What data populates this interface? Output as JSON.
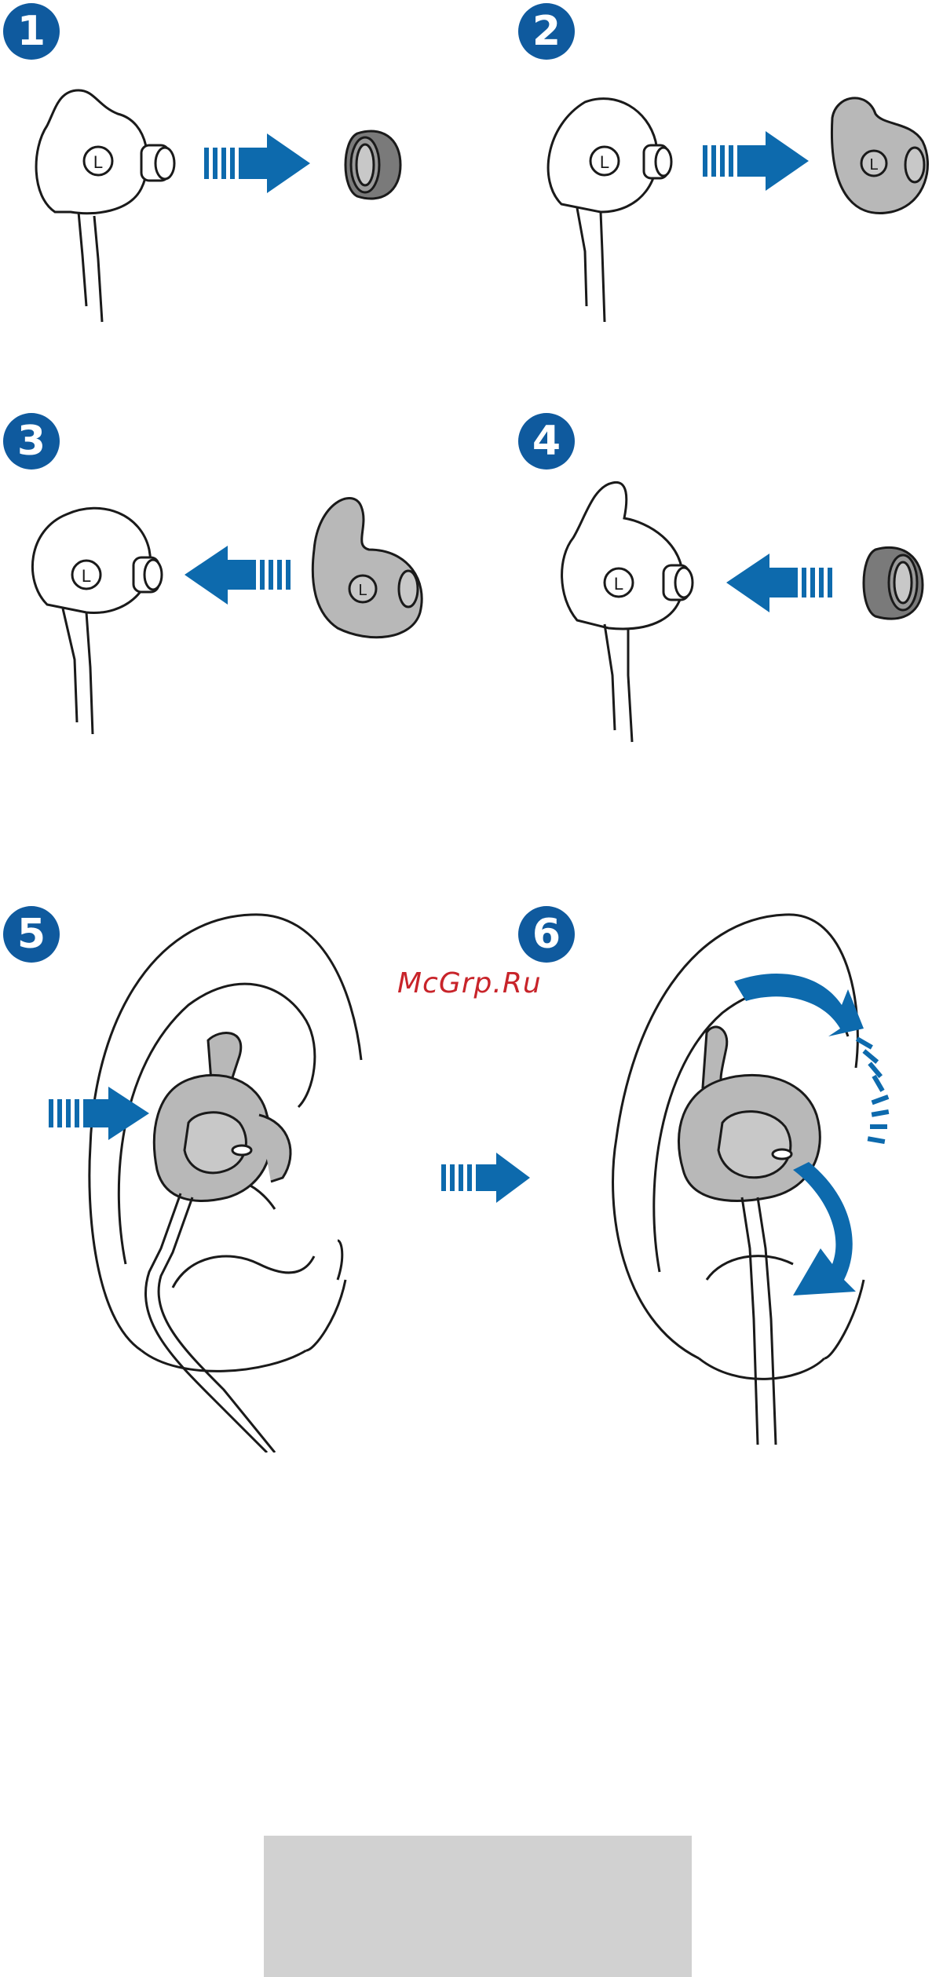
{
  "steps": [
    {
      "number": "1"
    },
    {
      "number": "2"
    },
    {
      "number": "3"
    },
    {
      "number": "4"
    },
    {
      "number": "5"
    },
    {
      "number": "6"
    }
  ],
  "earbud_mark": "L",
  "watermark": "McGrp.Ru",
  "colors": {
    "badge": "#0f5a9e",
    "arrow": "#0d6aad",
    "gray_part": "#b8b8b8",
    "line": "#1a1a1a",
    "watermark": "#c8242a"
  }
}
